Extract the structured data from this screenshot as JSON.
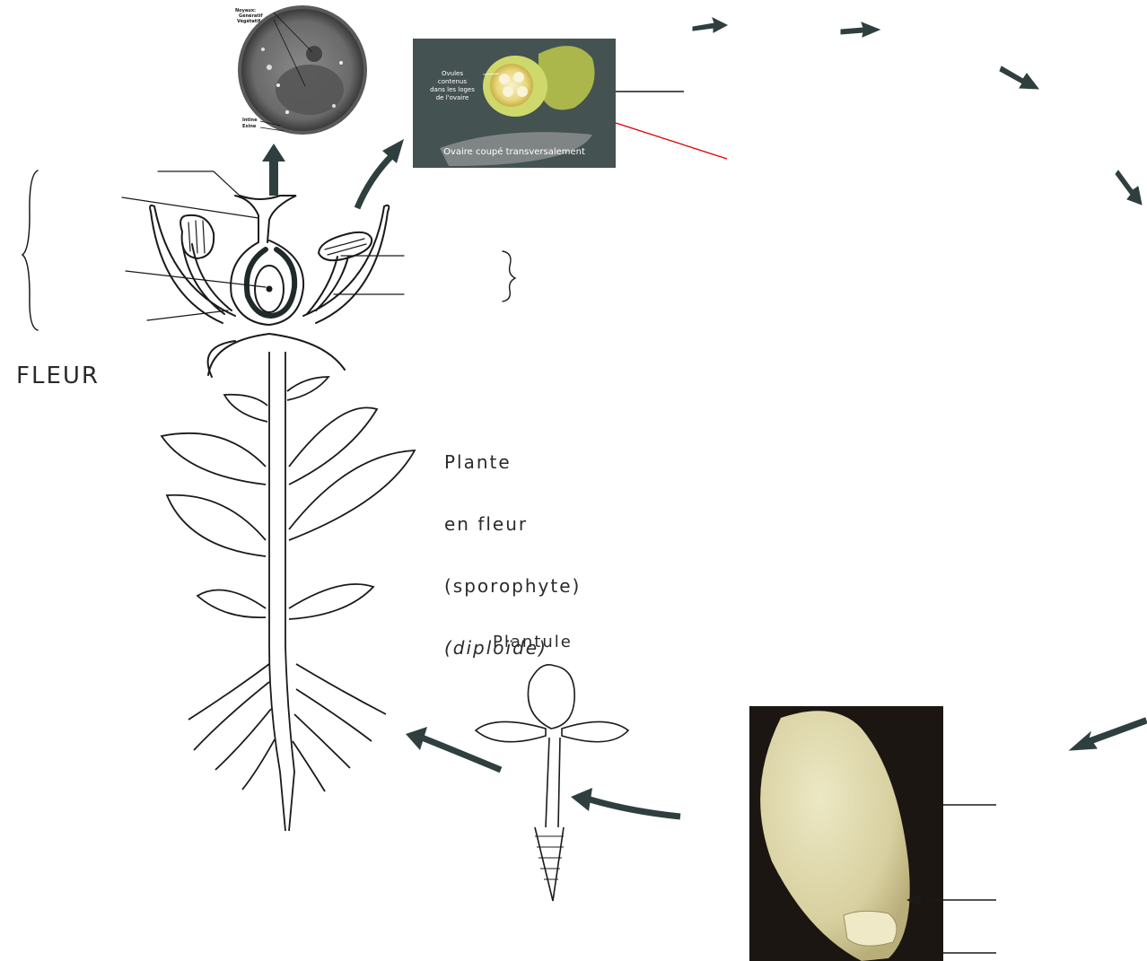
{
  "labels": {
    "fleur": "FLEUR",
    "plante_line1": "Plante",
    "plante_line2": "en fleur",
    "plante_line3": "(sporophyte)",
    "plante_line4": "(diploïde)",
    "plantule": "Plantule"
  },
  "pollen_photo": {
    "noyaux": "Noyaux:",
    "generatif": "Génératif",
    "vegetatif": "Végétatif",
    "intine": "Intine",
    "exine": "Exine"
  },
  "ovary_photo": {
    "ovules_line1": "Ovules",
    "ovules_line2": "contenus",
    "ovules_line3": "dans les loges",
    "ovules_line4": "de l'ovaire",
    "caption": "Ovaire coupé transversalement"
  },
  "colors": {
    "line": "#1a1a1a",
    "arrow": "#2f3f3f",
    "red_line": "#e00000",
    "ovary_bg": "#3c4a4a",
    "seed_bg": "#1b1612",
    "seed": "#d9d3a6"
  }
}
